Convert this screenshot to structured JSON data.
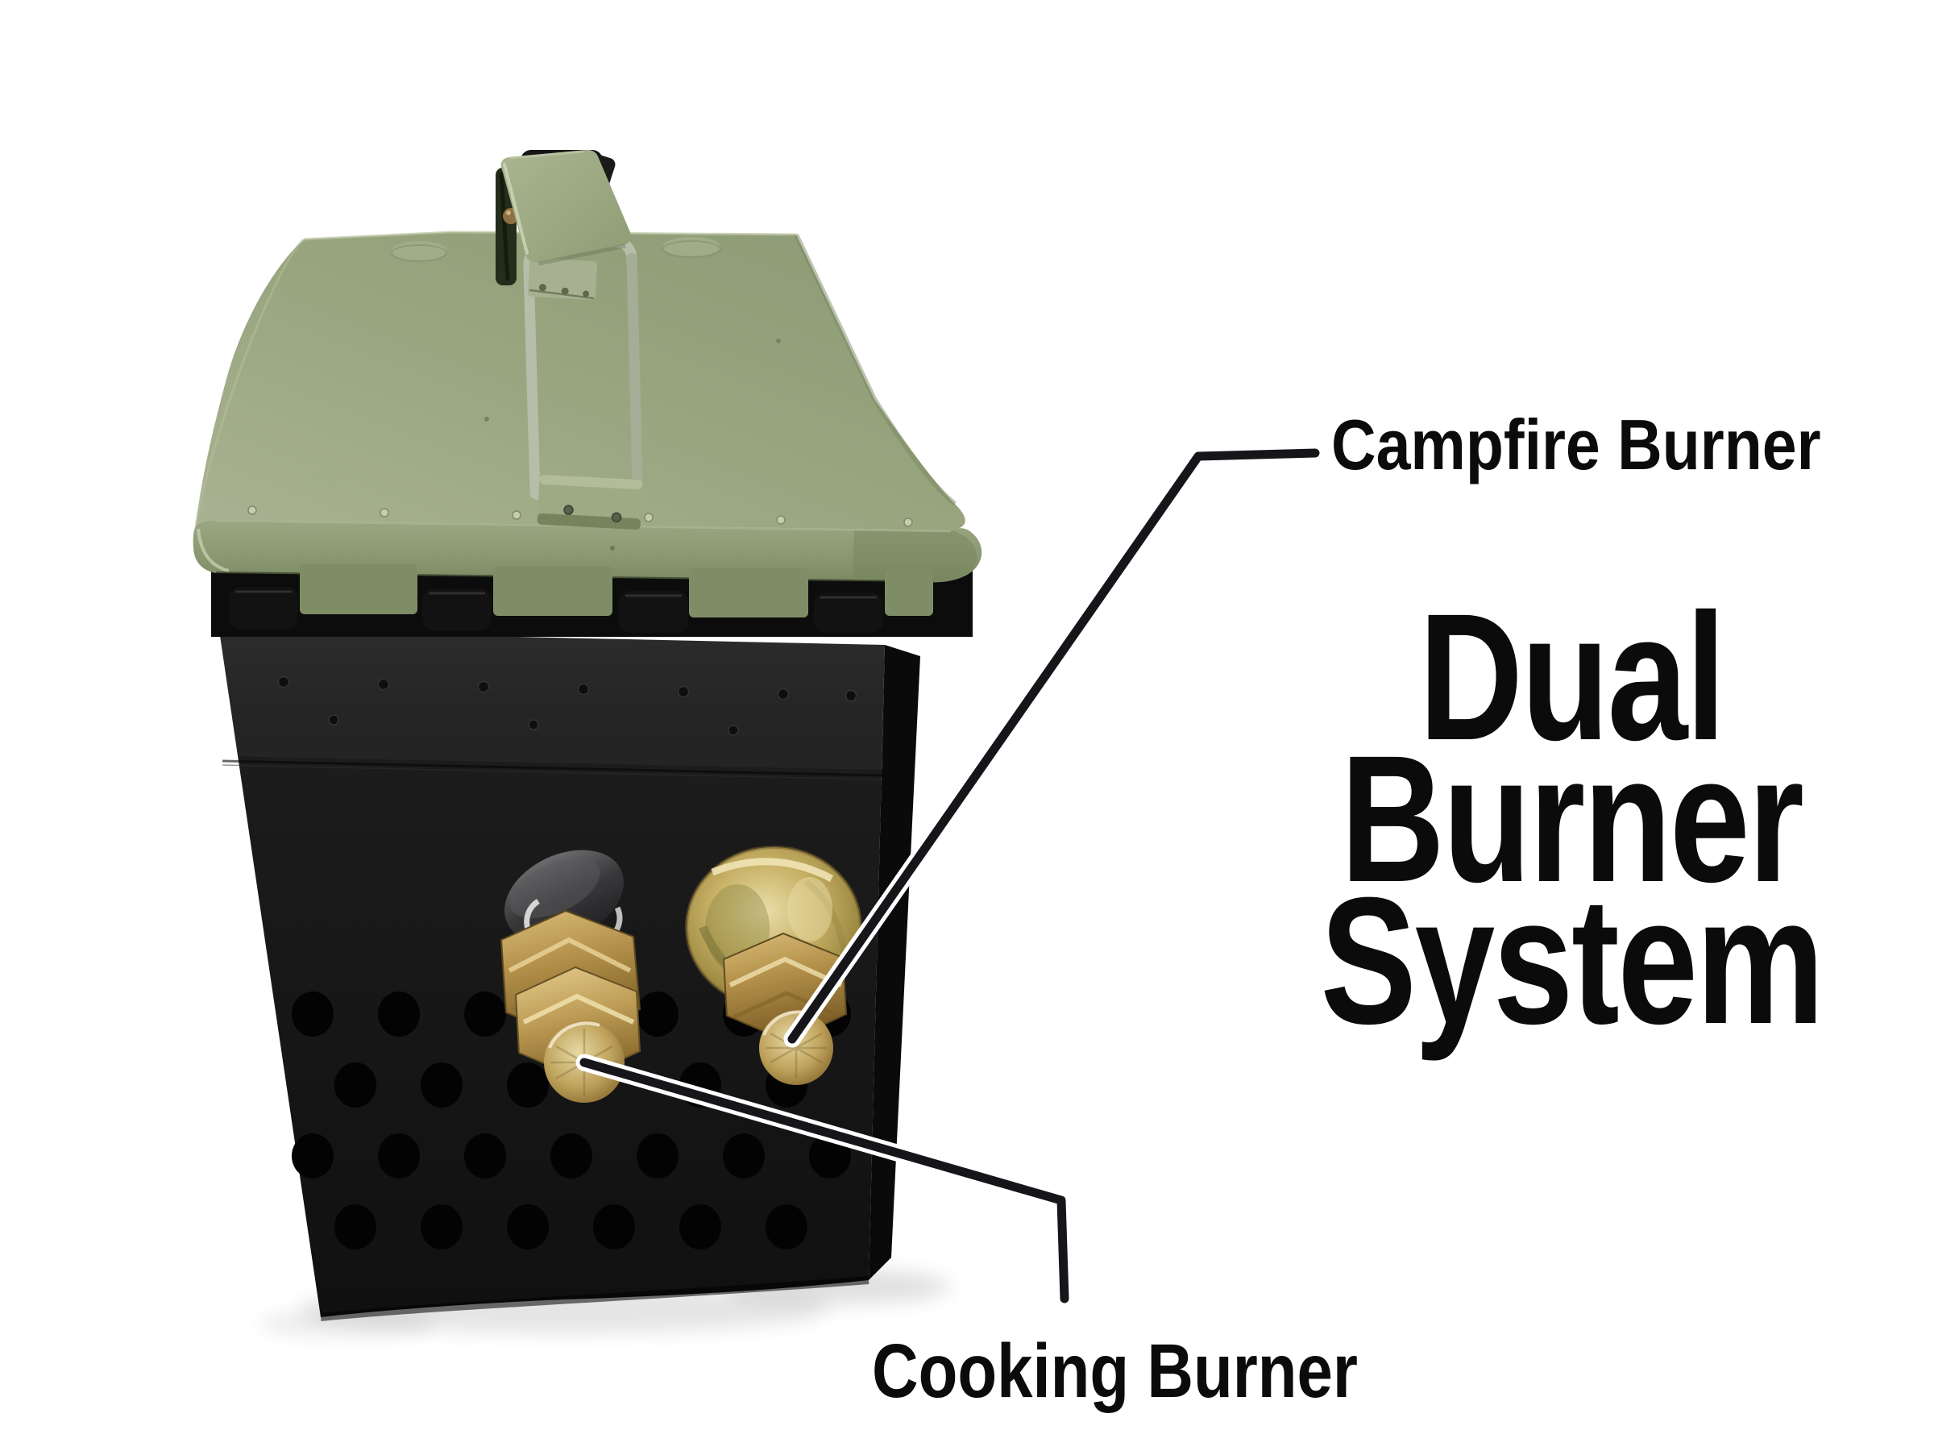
{
  "scene": {
    "title_lines": [
      "Dual",
      "Burner",
      "System"
    ],
    "callouts": {
      "campfire_label": "Campfire Burner",
      "cooking_label": "Cooking Burner"
    },
    "colors": {
      "background": "#ffffff",
      "lid_green": "#97a47e",
      "lid_band_green": "#8a9871",
      "body_black": "#171717",
      "vent_hole_black": "#030303",
      "brass_gold": "#b4914a",
      "flange_gold": "#c8b267",
      "metal_gray": "#b6beaa",
      "collar_gray": "#3a3a3c",
      "text_black": "#0b0b0b",
      "callout_line": "#16161a",
      "callout_casing": "#ffffff"
    }
  }
}
